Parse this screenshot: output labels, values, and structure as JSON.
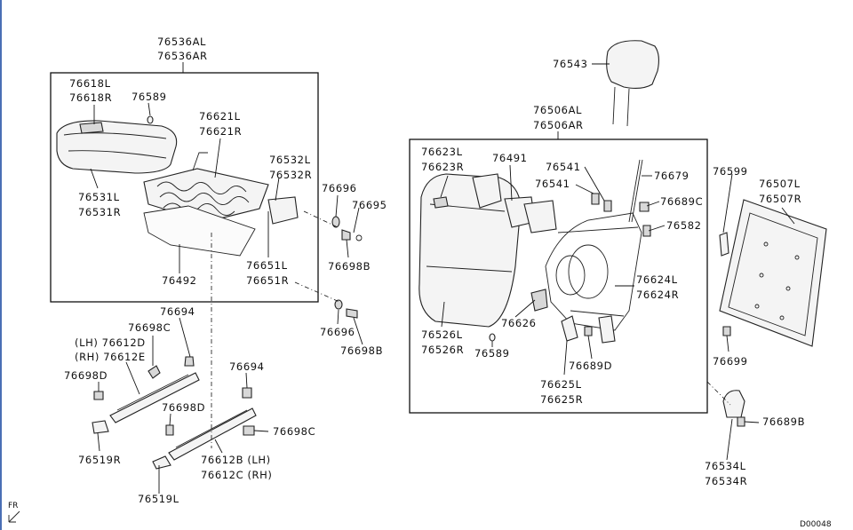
{
  "labels": {
    "p76536": [
      "76536AL",
      "76536AR"
    ],
    "p76618": [
      "76618L",
      "76618R"
    ],
    "p76589a": "76589",
    "p76621": [
      "76621L",
      "76621R"
    ],
    "p76532": [
      "76532L",
      "76532R"
    ],
    "p76531": [
      "76531L",
      "76531R"
    ],
    "p76492": "76492",
    "p76651": [
      "76651L",
      "76651R"
    ],
    "p76696a": "76696",
    "p76695": "76695",
    "p76698b_a": "76698B",
    "p76696b": "76696",
    "p76698b_b": "76698B",
    "p76694a": "76694",
    "p76698c_a": "76698C",
    "p76612de": [
      "(LH) 76612D",
      "(RH) 76612E"
    ],
    "p76698d_a": "76698D",
    "p76519r": "76519R",
    "p76694b": "76694",
    "p76698d_b": "76698D",
    "p76698c_b": "76698C",
    "p76612bc": [
      "76612B (LH)",
      "76612C (RH)"
    ],
    "p76519l": "76519L",
    "p76543": "76543",
    "p76506": [
      "76506AL",
      "76506AR"
    ],
    "p76623": [
      "76623L",
      "76623R"
    ],
    "p76491": "76491",
    "p76541a": "76541",
    "p76541b": "76541",
    "p76679": "76679",
    "p76689c": "76689C",
    "p76582": "76582",
    "p76599": "76599",
    "p76507": [
      "76507L",
      "76507R"
    ],
    "p76624": [
      "76624L",
      "76624R"
    ],
    "p76526": [
      "76526L",
      "76526R"
    ],
    "p76626": "76626",
    "p76589b": "76589",
    "p76689d": "76689D",
    "p76625": [
      "76625L",
      "76625R"
    ],
    "p76699": "76699",
    "p76689b": "76689B",
    "p76534": [
      "76534L",
      "76534R"
    ],
    "fr": "FR",
    "code": "D00048"
  }
}
